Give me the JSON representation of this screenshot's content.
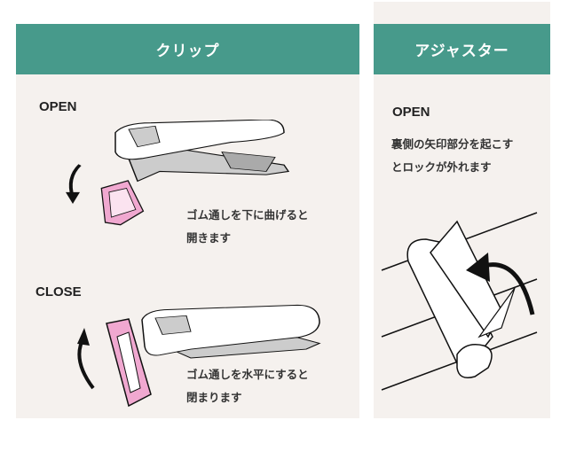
{
  "clip": {
    "title": "クリップ",
    "open": {
      "label": "OPEN",
      "line1": "ゴム通しを下に曲げると",
      "line2": "開きます"
    },
    "close": {
      "label": "CLOSE",
      "line1": "ゴム通しを水平にすると",
      "line2": "閉まります"
    }
  },
  "adjuster": {
    "title": "アジャスター",
    "open": {
      "label": "OPEN",
      "line1": "裏側の矢印部分を起こす",
      "line2": "とロックが外れます"
    }
  },
  "colors": {
    "header": "#479a8b",
    "panel": "#f5f1ee",
    "pink": "#f0a8d0"
  }
}
